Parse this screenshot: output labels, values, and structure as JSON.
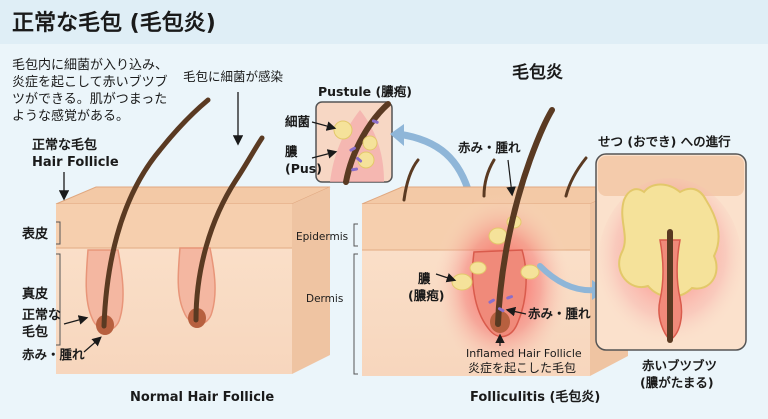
{
  "title": "正常な毛包 (毛包炎)",
  "intro": {
    "lines": [
      "毛包内に細菌が入り込み、",
      "炎症を起こして赤いブツブ",
      "ツができる。肌がつまった",
      "ような感覚がある。"
    ]
  },
  "left": {
    "bacteria_enter_label": "毛包に細菌が感染",
    "normal_follicle_label": [
      "正常な毛包",
      "Hair Follicle"
    ],
    "epidermis_label": "表皮",
    "dermis_label": "真皮",
    "follicle_side_label": [
      "正常な",
      "毛包"
    ],
    "redness_label": "赤み・腫れ",
    "caption": "Normal Hair Follicle"
  },
  "right": {
    "heading": "毛包炎",
    "pustule": {
      "title": "Pustule (膿疱)",
      "bacteria_label": "細菌",
      "pus_label": [
        "膿",
        "(Pus)"
      ]
    },
    "redness_top_label": "赤み・腫れ",
    "epidermis_label": "Epidermis",
    "dermis_label": "Dermis",
    "pus_label": [
      "膿",
      "(膿疱)"
    ],
    "redness_bottom_label": "赤み・腫れ",
    "inflamed_label": [
      "Inflamed Hair Follicle",
      "炎症を起こした毛包"
    ],
    "caption": "Folliculitis (毛包炎)",
    "boil": {
      "title": "せつ (おでき) への進行",
      "caption": [
        "赤いブツブツ",
        "(膿がたまる)"
      ]
    }
  },
  "colors": {
    "title_band": "#dfeef6",
    "panel_bg": "#ebf5fa",
    "skin_top": "#f3c9a6",
    "skin_body": "#fbe1cc",
    "hair": "#5a3a22",
    "inflamed": "#e8353a",
    "pus": "#f5e29a",
    "arrow": "#8fb6d8"
  }
}
